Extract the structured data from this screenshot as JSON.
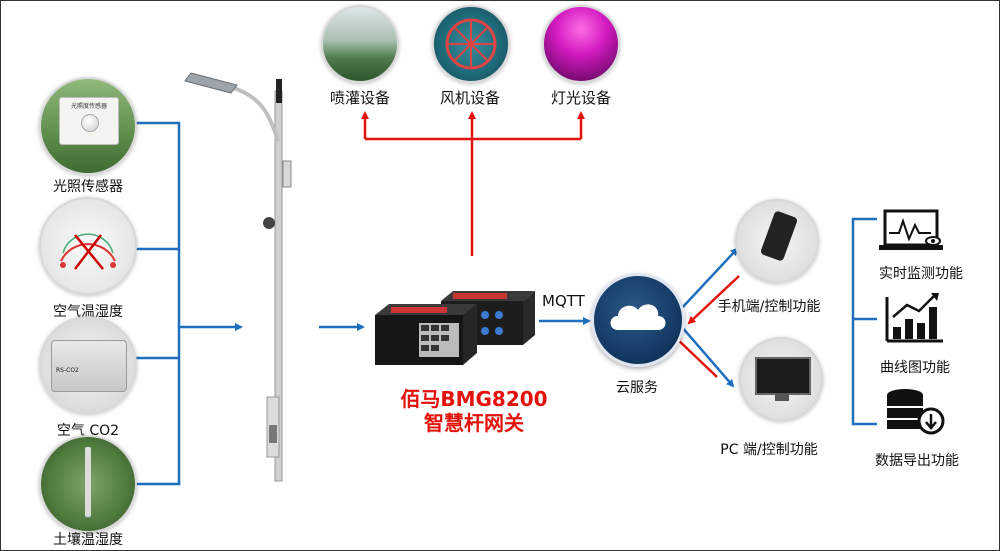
{
  "sensors": [
    {
      "label": "光照传感器",
      "device_text": "光照度传感器"
    },
    {
      "label": "空气温湿度"
    },
    {
      "label": "空气 CO2",
      "device_text": "RS-CO2"
    },
    {
      "label": "土壤温湿度"
    }
  ],
  "actuators": [
    {
      "label": "喷灌设备"
    },
    {
      "label": "风机设备"
    },
    {
      "label": "灯光设备"
    }
  ],
  "gateway": {
    "line1": "佰马BMG8200",
    "line2": "智慧杆网关"
  },
  "protocol": "MQTT",
  "cloud": {
    "label": "云服务"
  },
  "clients": [
    {
      "label": "手机端/控制功能"
    },
    {
      "label": "PC 端/控制功能"
    }
  ],
  "functions": [
    {
      "label": "实时监测功能",
      "icon": "monitor-chart-icon"
    },
    {
      "label": "曲线图功能",
      "icon": "bar-chart-icon"
    },
    {
      "label": "数据导出功能",
      "icon": "database-export-icon"
    }
  ],
  "colors": {
    "blue": "#1f6fbf",
    "red": "#e3120b"
  }
}
